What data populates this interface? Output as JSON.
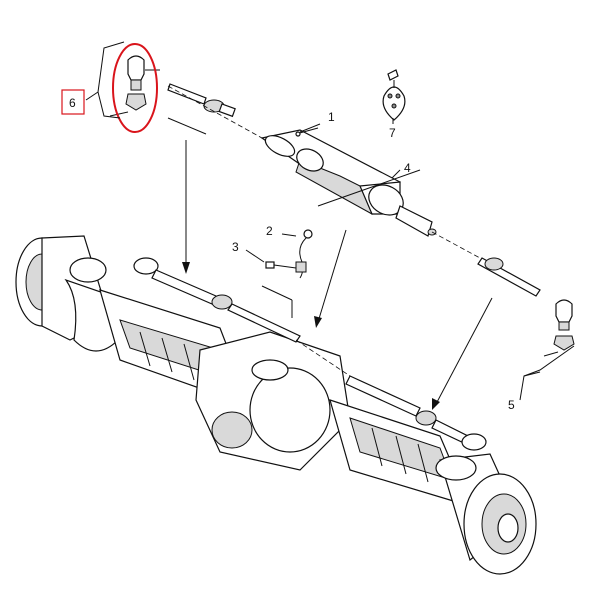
{
  "callouts": [
    {
      "id": "1",
      "text": "1"
    },
    {
      "id": "2",
      "text": "2"
    },
    {
      "id": "3",
      "text": "3"
    },
    {
      "id": "4",
      "text": "4"
    },
    {
      "id": "5",
      "text": "5"
    },
    {
      "id": "6",
      "text": "6"
    },
    {
      "id": "7",
      "text": "7"
    }
  ],
  "colors": {
    "highlight": "#d9141b",
    "line": "#111111"
  }
}
